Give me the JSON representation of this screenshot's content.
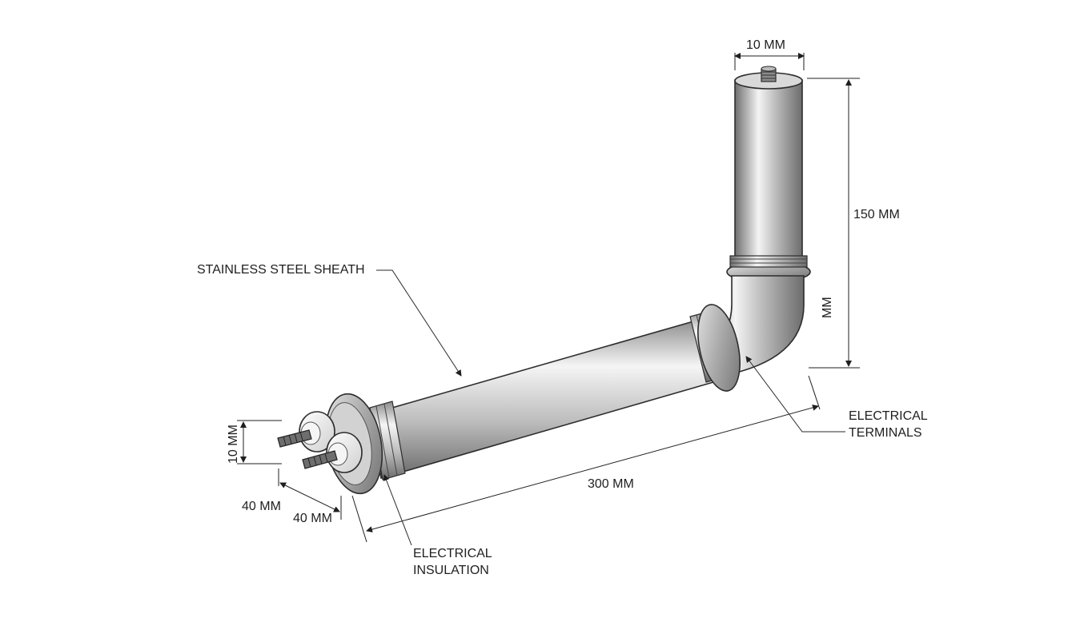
{
  "labels": {
    "sheath": "STAINLESS STEEL SHEATH",
    "terminals_line1": "ELECTRICAL",
    "terminals_line2": "TERMINALS",
    "insulation_line1": "ELECTRICAL",
    "insulation_line2": "INSULATION"
  },
  "dimensions": {
    "top_diameter": "10 MM",
    "vertical_height": "150 MM",
    "vertical_unit_only": "MM",
    "horizontal_length": "300 MM",
    "terminal_height": "10 MM",
    "flange_depth_a": "40 MM",
    "flange_depth_b": "40 MM"
  },
  "colors": {
    "metal_dark": "#7d7d7d",
    "metal_mid": "#b9b9b9",
    "metal_light": "#f2f2f2",
    "line": "#1f1f1f"
  }
}
